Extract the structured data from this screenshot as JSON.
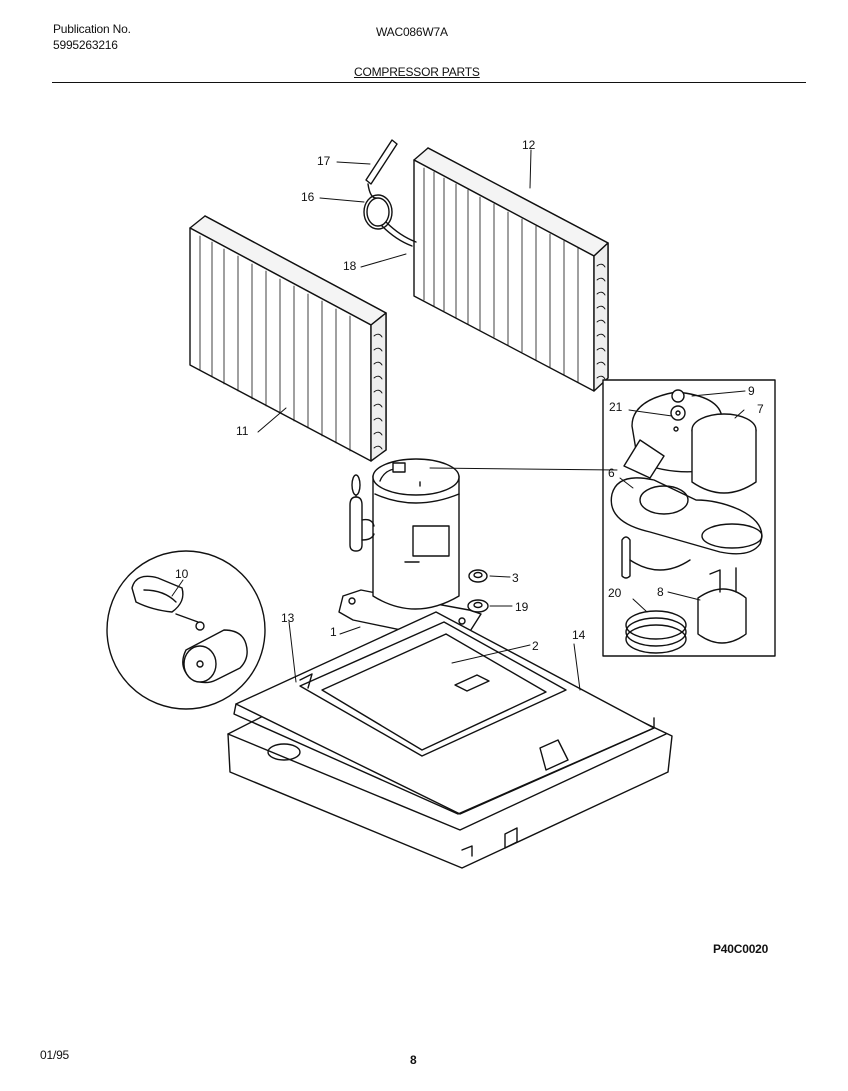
{
  "header": {
    "publication_label": "Publication No.",
    "publication_number": "5995263216",
    "model": "WAC086W7A",
    "section_title": "COMPRESSOR PARTS"
  },
  "callouts": {
    "c1": "1",
    "c2": "2",
    "c3": "3",
    "c6": "6",
    "c7": "7",
    "c8": "8",
    "c9": "9",
    "c10": "10",
    "c11": "11",
    "c12": "12",
    "c13": "13",
    "c14": "14",
    "c16": "16",
    "c17": "17",
    "c18": "18",
    "c19": "19",
    "c20": "20",
    "c21": "21"
  },
  "footer": {
    "reference_code": "P40C0020",
    "date": "01/95",
    "page_number": "8"
  }
}
